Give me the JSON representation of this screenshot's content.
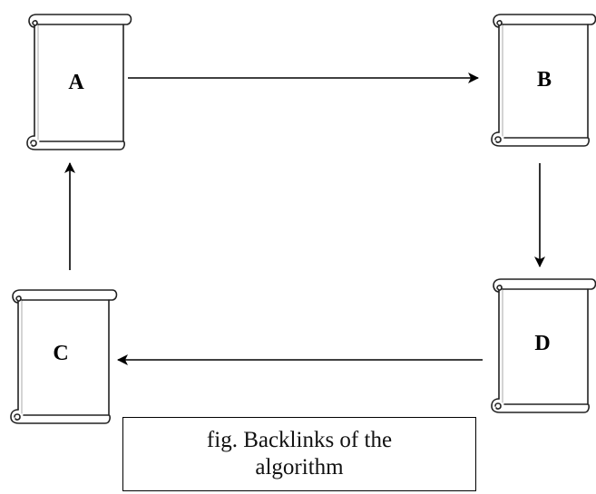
{
  "diagram": {
    "nodes": [
      {
        "id": "A",
        "label": "A"
      },
      {
        "id": "B",
        "label": "B"
      },
      {
        "id": "C",
        "label": "C"
      },
      {
        "id": "D",
        "label": "D"
      }
    ],
    "edges": [
      {
        "from": "A",
        "to": "B"
      },
      {
        "from": "B",
        "to": "D"
      },
      {
        "from": "D",
        "to": "C"
      },
      {
        "from": "C",
        "to": "A"
      }
    ]
  },
  "caption": {
    "line1": "fig. Backlinks of the",
    "line2": "algorithm"
  }
}
